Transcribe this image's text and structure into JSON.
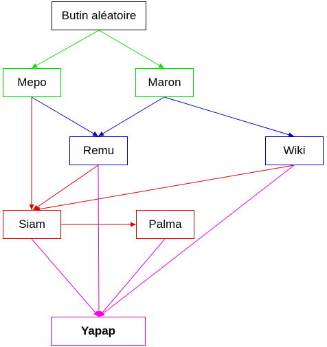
{
  "diagram": {
    "nodes": [
      {
        "id": "butin",
        "label": "Butin aléatoire",
        "border": "#000000",
        "bold": false
      },
      {
        "id": "mepo",
        "label": "Mepo",
        "border": "#00dd00",
        "bold": false
      },
      {
        "id": "maron",
        "label": "Maron",
        "border": "#00dd00",
        "bold": false
      },
      {
        "id": "remu",
        "label": "Remu",
        "border": "#0000cc",
        "bold": false
      },
      {
        "id": "wiki",
        "label": "Wiki",
        "border": "#0000cc",
        "bold": false
      },
      {
        "id": "siam",
        "label": "Siam",
        "border": "#dd0000",
        "bold": false
      },
      {
        "id": "palma",
        "label": "Palma",
        "border": "#dd0000",
        "bold": false
      },
      {
        "id": "yapap",
        "label": "Yapap",
        "border": "#cc00cc",
        "bold": true
      }
    ],
    "edges": [
      {
        "from": "butin",
        "to": "mepo",
        "color": "#00dd00"
      },
      {
        "from": "butin",
        "to": "maron",
        "color": "#00dd00"
      },
      {
        "from": "mepo",
        "to": "remu",
        "color": "#0000cc"
      },
      {
        "from": "maron",
        "to": "remu",
        "color": "#0000cc"
      },
      {
        "from": "maron",
        "to": "wiki",
        "color": "#0000cc"
      },
      {
        "from": "mepo",
        "to": "siam",
        "color": "#dd0000"
      },
      {
        "from": "remu",
        "to": "siam",
        "color": "#dd0000"
      },
      {
        "from": "wiki",
        "to": "siam",
        "color": "#dd0000"
      },
      {
        "from": "siam",
        "to": "palma",
        "color": "#dd0000"
      },
      {
        "from": "siam",
        "to": "yapap",
        "color": "#ee00ee"
      },
      {
        "from": "remu",
        "to": "yapap",
        "color": "#ee00ee"
      },
      {
        "from": "palma",
        "to": "yapap",
        "color": "#ee00ee"
      },
      {
        "from": "wiki",
        "to": "yapap",
        "color": "#ee00ee"
      }
    ]
  }
}
